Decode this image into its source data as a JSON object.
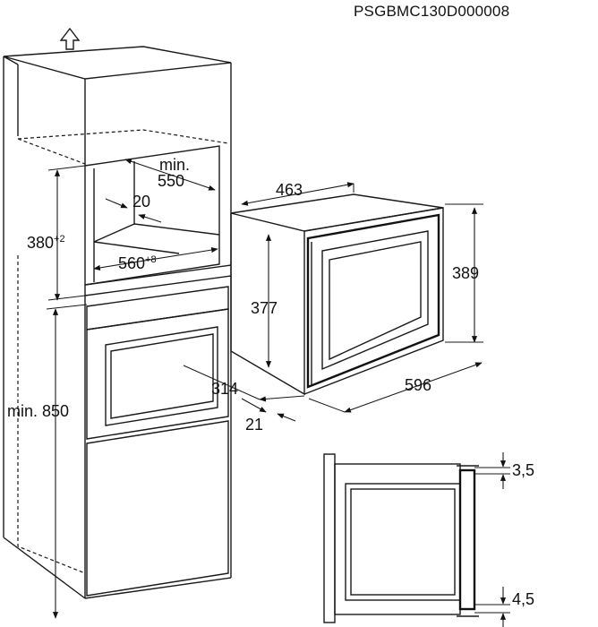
{
  "document_code": "PSGBMC130D000008",
  "icons": {
    "vent": "arrow-up-icon"
  },
  "dimensions": {
    "cabinet_depth_min": [
      "min.",
      "550"
    ],
    "clearance_20": "20",
    "niche_height": "380",
    "niche_height_tol": "+2",
    "niche_width": "560",
    "niche_width_tol": "+8",
    "floor_min": "min. 850",
    "depth_463": "463",
    "height_389": "389",
    "height_377": "377",
    "width_596": "596",
    "depth_314": "314",
    "offset_21": "21",
    "gap_top": "3,5",
    "gap_bottom": "4,5"
  }
}
